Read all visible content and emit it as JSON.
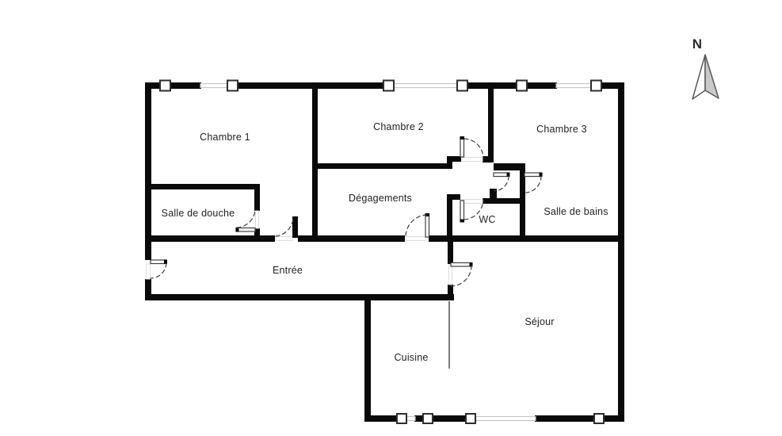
{
  "rooms": {
    "chambre1": {
      "label": "Chambre 1"
    },
    "chambre2": {
      "label": "Chambre 2"
    },
    "chambre3": {
      "label": "Chambre 3"
    },
    "salle_de_douche": {
      "label": "Salle de douche"
    },
    "degagements": {
      "label": "Dégagements"
    },
    "wc": {
      "label": "WC"
    },
    "salle_de_bains": {
      "label": "Salle de bains"
    },
    "entree": {
      "label": "Entrée"
    },
    "cuisine": {
      "label": "Cuisine"
    },
    "sejour": {
      "label": "Séjour"
    }
  },
  "north": {
    "label": "N"
  },
  "colors": {
    "wall": "#0a0a0a",
    "door": "#3f3f3f",
    "window_frame": "#2e2e2e",
    "glazing": "#c6c6c6",
    "label_text": "#1f1f1f",
    "north_fill": "#c9c9c9",
    "north_outline": "#5a5a5a",
    "background": "#ffffff"
  }
}
